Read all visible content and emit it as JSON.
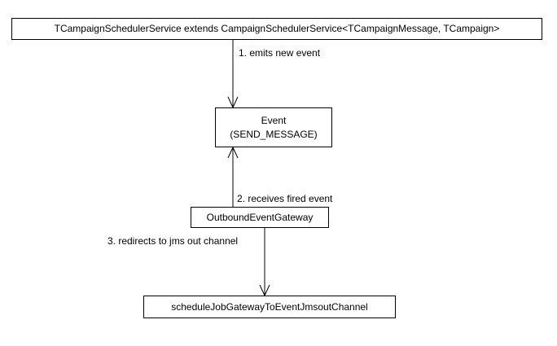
{
  "nodes": {
    "scheduler_service": "TCampaignSchedulerService extends CampaignSchedulerService<TCampaignMessage, TCampaign>",
    "event": {
      "line1": "Event",
      "line2": "(SEND_MESSAGE)"
    },
    "outbound_gateway": "OutboundEventGateway",
    "jms_channel": "scheduleJobGatewayToEventJmsoutChannel"
  },
  "edges": {
    "emits": "1. emits new event",
    "receives": "2.  receives fired event",
    "redirects": "3. redirects to jms out channel"
  },
  "colors": {
    "stroke": "#000000",
    "background": "#ffffff"
  }
}
